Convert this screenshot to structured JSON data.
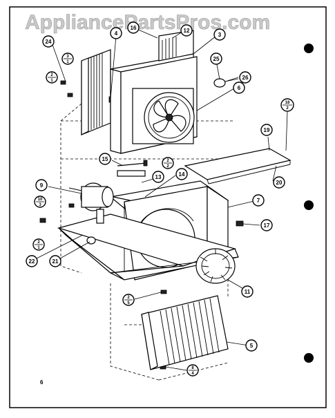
{
  "watermark": "AppliancePartsPros.com",
  "page_number": "6",
  "colors": {
    "ink": "#000000",
    "paper": "#ffffff",
    "watermark": "#c9c9c9"
  },
  "callouts": {
    "c24": "24",
    "c4": "4",
    "c16": "16",
    "c12": "12",
    "c3": "3",
    "c25": "25",
    "c26": "26",
    "c6": "6",
    "c19": "19",
    "c15": "15",
    "c13": "13",
    "c14": "14",
    "c20": "20",
    "c9": "9",
    "c7": "7",
    "c17": "17",
    "c22": "22",
    "c21": "21",
    "c11": "11",
    "c5": "5"
  },
  "fractions": {
    "f_a": {
      "num": "3",
      "den": "1"
    },
    "f_b": {
      "num": "2",
      "den": "1"
    },
    "f_c": {
      "num": "18",
      "den": "2"
    },
    "f_d": {
      "num": "2",
      "den": "2"
    },
    "f_e": {
      "num": "10",
      "den": "3"
    },
    "f_f": {
      "num": "2",
      "den": "1"
    },
    "f_g": {
      "num": "2",
      "den": "5"
    },
    "f_h": {
      "num": "8",
      "den": "4"
    }
  }
}
